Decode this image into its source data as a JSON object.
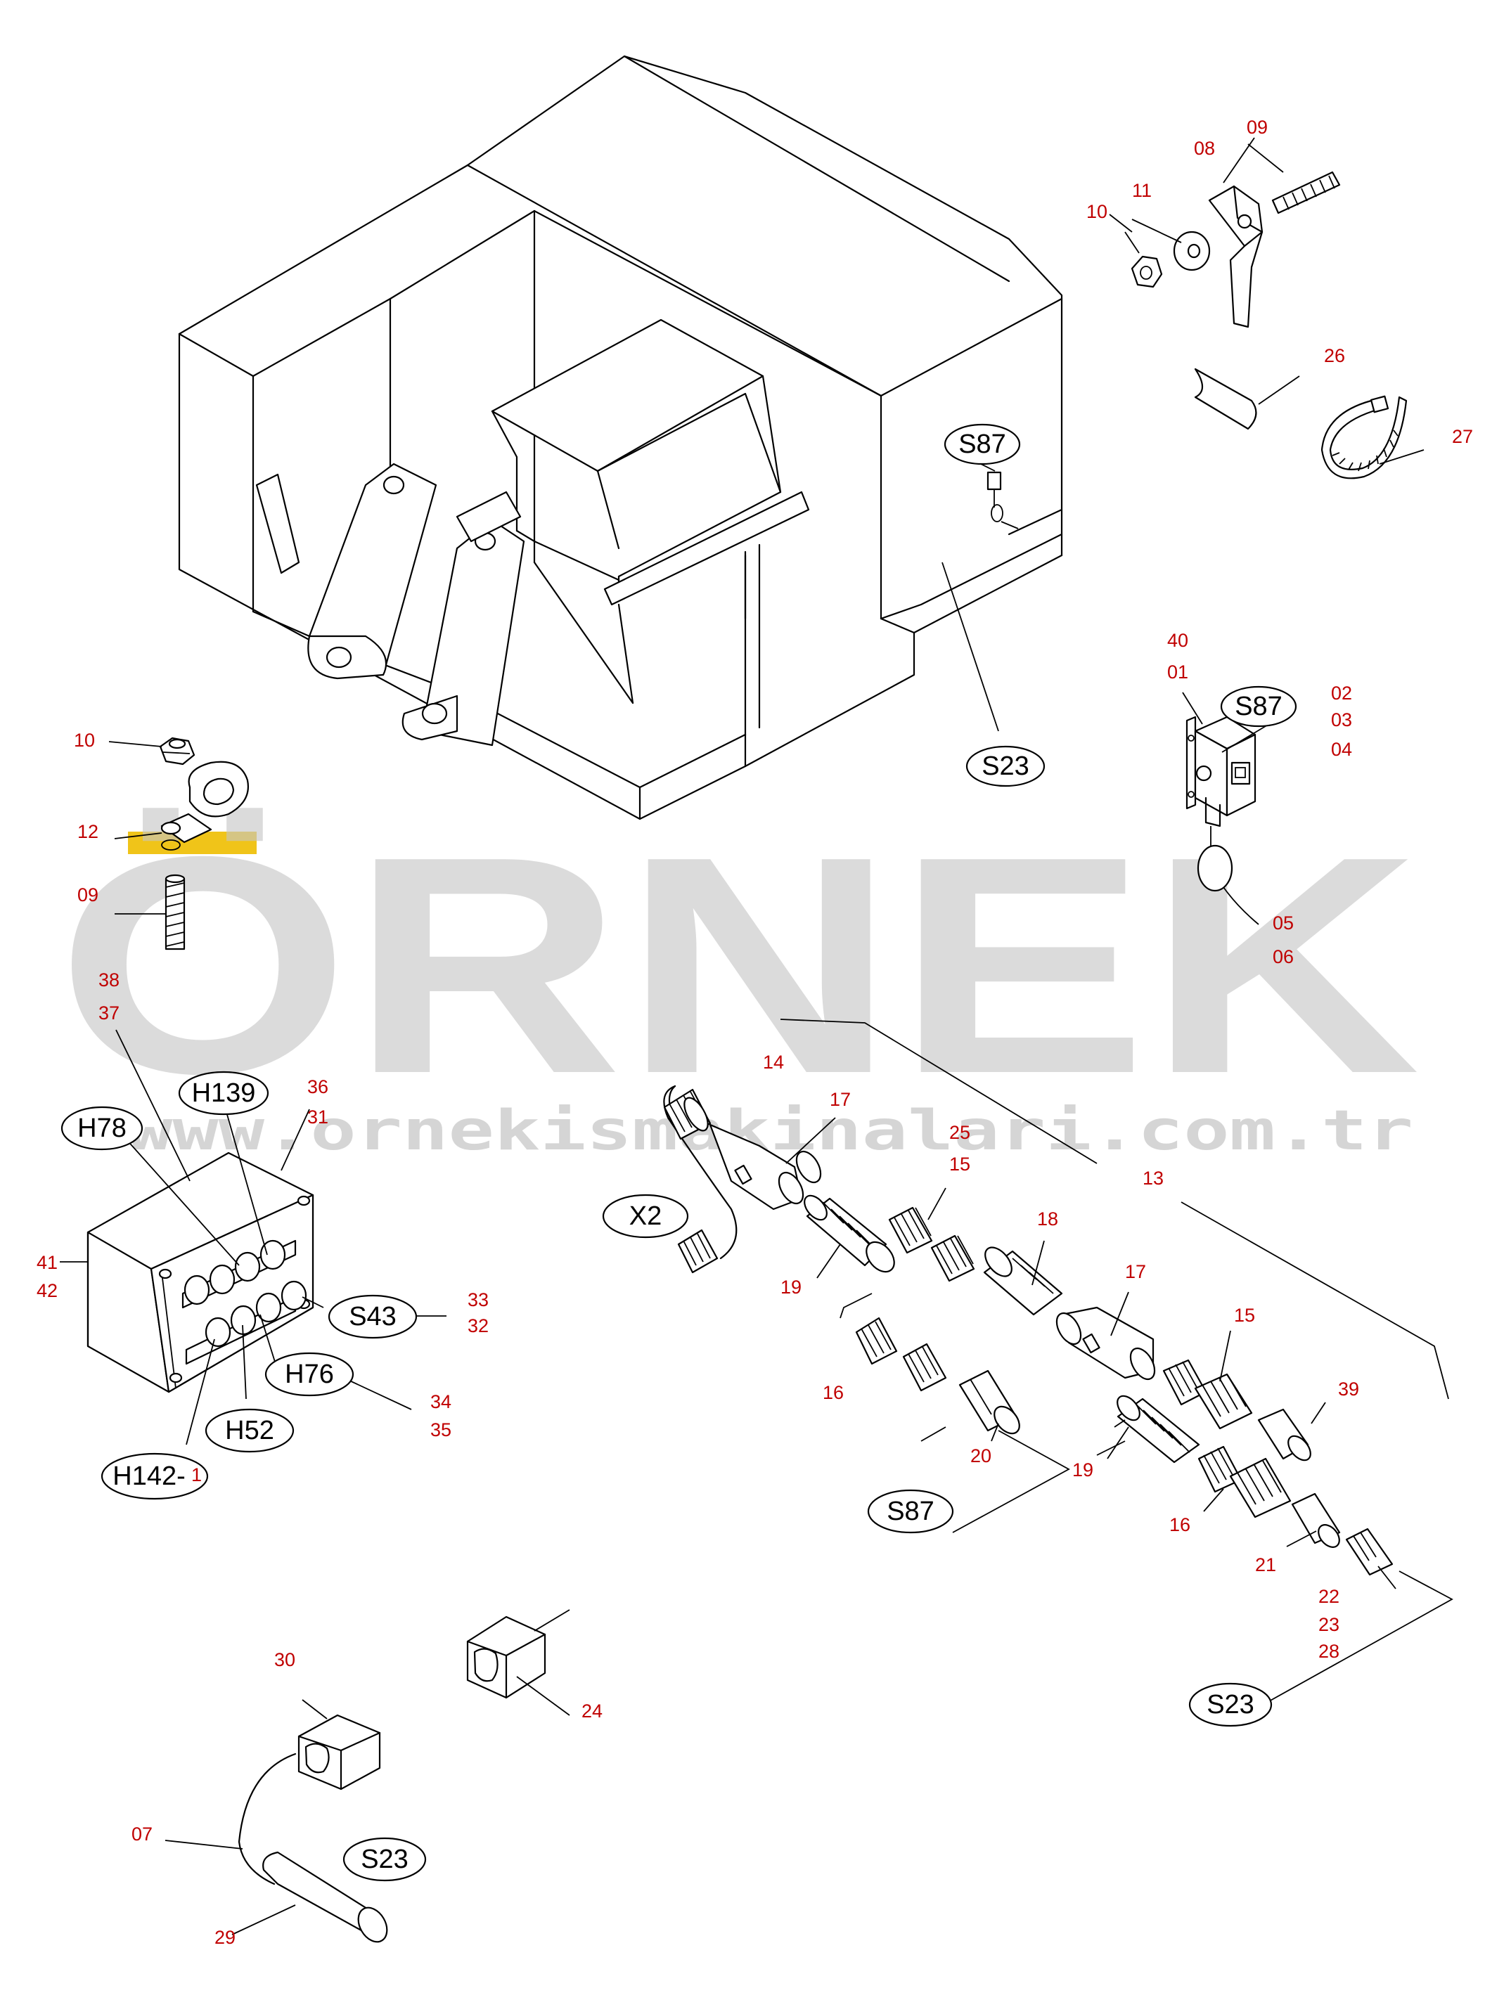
{
  "watermark": {
    "brand": "ÖRNEK",
    "url": "www.ornekismakinalari.com.tr",
    "accent_color": "#f0c419"
  },
  "colors": {
    "line": "#000000",
    "number": "#c00000",
    "watermark": "#c6c6c6"
  },
  "tags": {
    "s87_top": "S87",
    "s23_top": "S23",
    "s87_sensor": "S87",
    "h139": "H139",
    "h78": "H78",
    "s43": "S43",
    "h76": "H76",
    "h52": "H52",
    "h142": "H142-",
    "x2": "X2",
    "s87_harness": "S87",
    "s23_harness": "S23",
    "s23_bottom": "S23"
  },
  "numbers": {
    "n09_top": "09",
    "n08_top": "08",
    "n11_top": "11",
    "n10_top": "10",
    "n26": "26",
    "n27": "27",
    "n40": "40",
    "n01": "01",
    "n02": "02",
    "n03": "03",
    "n04": "04",
    "n05": "05",
    "n06": "06",
    "n10_left": "10",
    "n12": "12",
    "n09_left": "09",
    "n38": "38",
    "n37": "37",
    "n36": "36",
    "n31": "31",
    "n41": "41",
    "n42": "42",
    "n33": "33",
    "n32": "32",
    "n34": "34",
    "n35": "35",
    "n1": "1",
    "n14": "14",
    "n17a": "17",
    "n25": "25",
    "n15a": "15",
    "n13": "13",
    "n18": "18",
    "n17b": "17",
    "n19a": "19",
    "n15b": "15",
    "n16a": "16",
    "n39": "39",
    "n20": "20",
    "n19b": "19",
    "n16b": "16",
    "n21": "21",
    "n22": "22",
    "n23": "23",
    "n28": "28",
    "n30": "30",
    "n24": "24",
    "n07": "07",
    "n29": "29"
  }
}
